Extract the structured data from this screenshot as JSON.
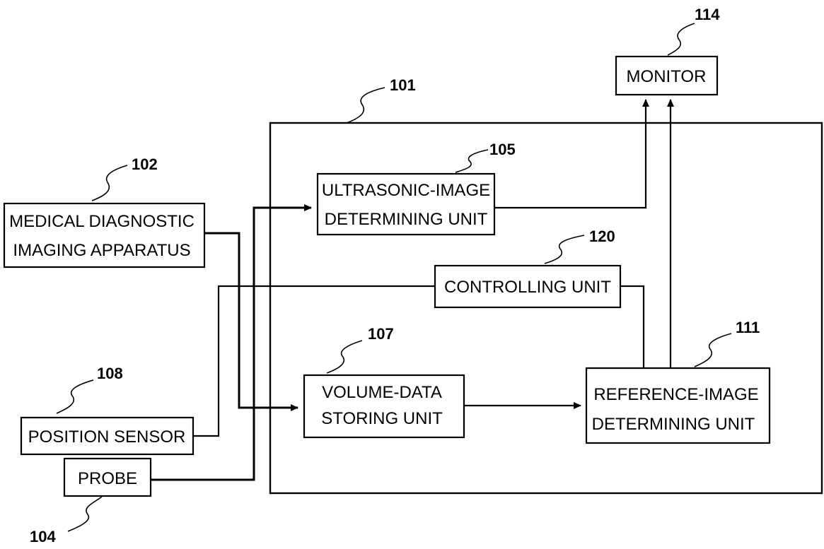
{
  "refs": {
    "monitor": "114",
    "apparatus_box": "101",
    "medical_imaging": "102",
    "ultrasonic_unit": "105",
    "controlling_unit": "120",
    "volume_unit": "107",
    "reference_unit": "111",
    "position_sensor": "108",
    "probe": "104"
  },
  "blocks": {
    "monitor": "MONITOR",
    "medical_imaging": [
      "MEDICAL DIAGNOSTIC",
      "IMAGING APPARATUS"
    ],
    "ultrasonic_unit": [
      "ULTRASONIC-IMAGE",
      "DETERMINING UNIT"
    ],
    "controlling_unit": "CONTROLLING UNIT",
    "volume_unit": [
      "VOLUME-DATA",
      "STORING UNIT"
    ],
    "reference_unit": [
      "REFERENCE-IMAGE",
      "DETERMINING UNIT"
    ],
    "position_sensor": "POSITION SENSOR",
    "probe": "PROBE"
  }
}
